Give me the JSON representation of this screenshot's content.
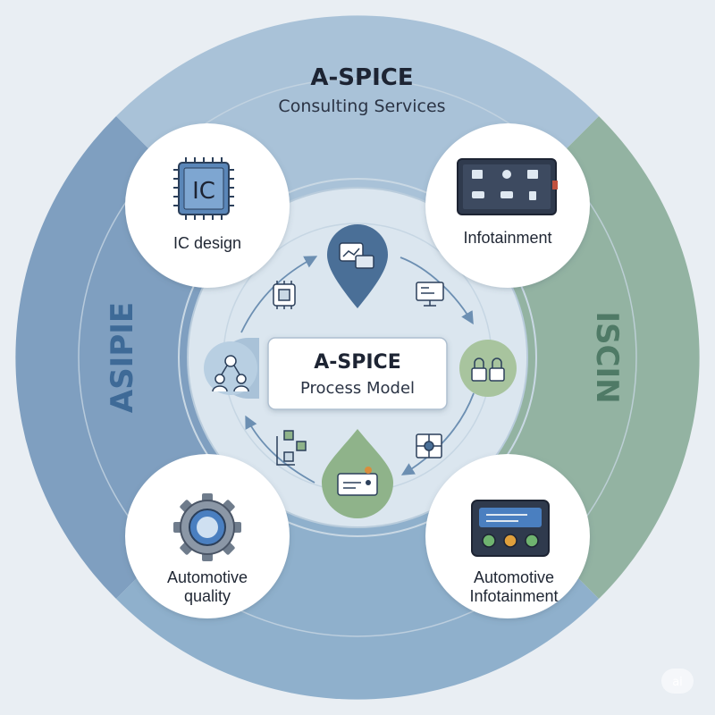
{
  "header": {
    "title": "A-SPICE",
    "subtitle": "Consulting Services"
  },
  "center": {
    "title": "A-SPICE",
    "subtitle": "Process Model"
  },
  "nodes": [
    {
      "label": "IC design",
      "icon": "ic-chip-icon"
    },
    {
      "label": "Infotainment",
      "icon": "dashboard-screen-icon"
    },
    {
      "label": "Automotive quality",
      "label_lines": [
        "Automotive",
        "quality"
      ],
      "icon": "gear-icon"
    },
    {
      "label": "Automotive Infotainment",
      "label_lines": [
        "Automotive",
        "Infotainment"
      ],
      "icon": "infotainment-panel-icon"
    }
  ],
  "side_text": {
    "left": "ASIPIE",
    "right": "ISCIN"
  },
  "chip_text": "IC",
  "watermark": "ai",
  "colors": {
    "background": "#e9eef3",
    "outer_left": "#7f9fc0",
    "outer_right": "#93b3a2",
    "outer_top": "#a9c2d8",
    "inner_ring": "#dbe6ef",
    "accent_blue": "#4a6f97",
    "accent_green": "#8fb38a",
    "text_dark": "#1d2433"
  }
}
